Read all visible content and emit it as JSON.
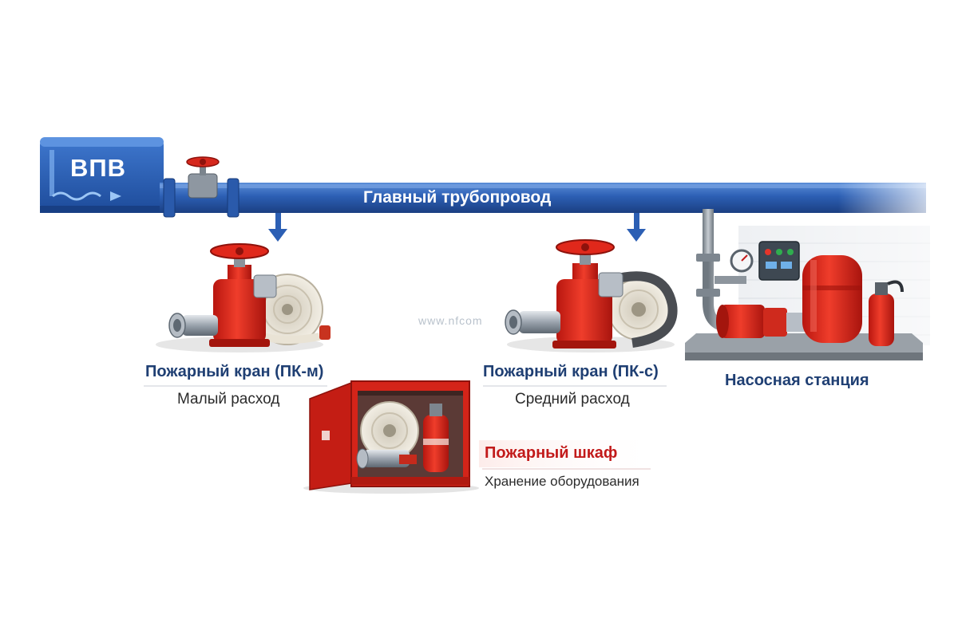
{
  "tank": {
    "label": "ВПВ"
  },
  "pipeline": {
    "label": "Главный трубопровод"
  },
  "hydrant_small": {
    "title": "Пожарный кран (ПК-м)",
    "subtitle": "Малый расход"
  },
  "hydrant_medium": {
    "title": "Пожарный кран (ПК-с)",
    "subtitle": "Средний расход"
  },
  "pump_station": {
    "title": "Насосная станция"
  },
  "cabinet": {
    "title": "Пожарный шкаф",
    "subtitle": "Хранение оборудования"
  },
  "watermark": "www.nfcom",
  "colors": {
    "pipe": "#2c5fb4",
    "pipe_dark": "#1f4a94",
    "fire_red": "#d72a1e",
    "title_navy": "#1f3f73",
    "accent_red": "#c21a1a"
  }
}
